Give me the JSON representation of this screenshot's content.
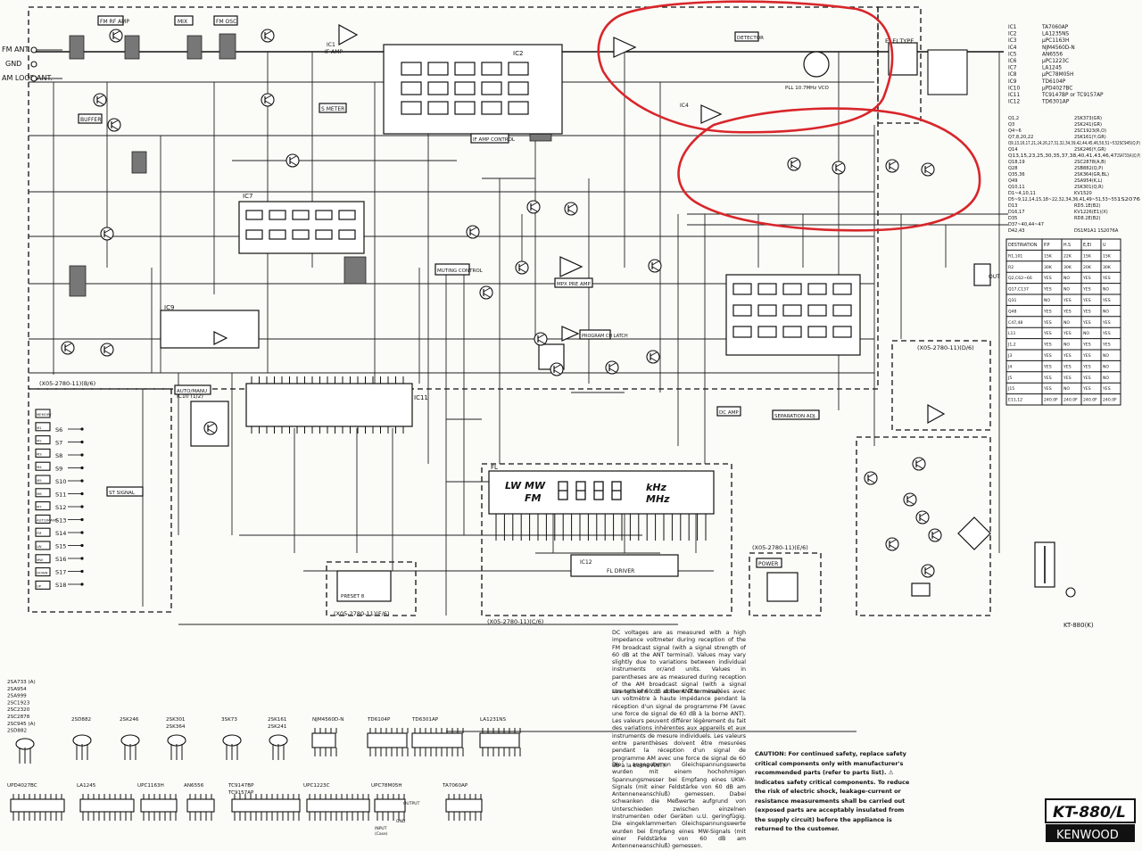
{
  "sheet": {
    "model_badge": "KT-880/L",
    "brand_badge": "KENWOOD",
    "model_small": "KT-880(K)"
  },
  "antenna": {
    "fm": "FM ANT.",
    "gnd": "GND",
    "am": "AM LOOP ANT."
  },
  "blocks": [
    {
      "id": "fm-rf-amp",
      "label": "FM RF AMP"
    },
    {
      "id": "fm-osc",
      "label": "FM OSC"
    },
    {
      "id": "mix",
      "label": "MIX"
    },
    {
      "id": "if-amp",
      "label": "IF AMP"
    },
    {
      "id": "ic1",
      "label": "IC1"
    },
    {
      "id": "ic2",
      "label": "IC2"
    },
    {
      "id": "ic4",
      "label": "IC4"
    },
    {
      "id": "ic7",
      "label": "IC7"
    },
    {
      "id": "ic9",
      "label": "IC9"
    },
    {
      "id": "ic10",
      "label": "IC10 (1/2)"
    },
    {
      "id": "ic11",
      "label": "IC11"
    },
    {
      "id": "ic12",
      "label": "IC12"
    },
    {
      "id": "detector",
      "label": "DETECTOR"
    },
    {
      "id": "pll",
      "label": "PLL 10.7MHz VCO"
    },
    {
      "id": "buffer",
      "label": "BUFFER"
    },
    {
      "id": "s-meter",
      "label": "S METER"
    },
    {
      "id": "muting-control",
      "label": "MUTING CONTROL"
    },
    {
      "id": "mpx-pre-amp",
      "label": "MPX PRE AMP"
    },
    {
      "id": "if-amp-control",
      "label": "IF AMP CONTROL"
    },
    {
      "id": "dc-amp",
      "label": "DC AMP"
    },
    {
      "id": "separation-adj",
      "label": "SEPARATION ADJ."
    },
    {
      "id": "auto-manu",
      "label": "AUTO/MANU"
    },
    {
      "id": "program-ch-latch",
      "label": "PROGRAM CH LATCH"
    },
    {
      "id": "fl-driver",
      "label": "FL DRIVER"
    },
    {
      "id": "power",
      "label": "POWER"
    },
    {
      "id": "st-signal",
      "label": "ST SIGNAL"
    },
    {
      "id": "out",
      "label": "OUT"
    }
  ],
  "unit_labels": [
    "(X05-2780-11)(B/6)",
    "(X05-2780-11)(C/6)",
    "(X05-2780-11)(D/6)",
    "(X05-2780-11)(E/6)",
    "(X05-2780-11)(F/6)"
  ],
  "type_label": "E, EI TYPE",
  "switches": [
    "S6",
    "S7",
    "S8",
    "S9",
    "S10",
    "S11",
    "S12",
    "S13",
    "S14",
    "S15",
    "S16",
    "S17",
    "S18"
  ],
  "left_keys": [
    "MEMORY",
    "M1",
    "M2",
    "M3",
    "M4",
    "M5",
    "M6",
    "M7",
    "AUTO/MANU",
    "FM",
    "LW",
    "MW",
    "DOWN",
    "UP"
  ],
  "display": {
    "row1": "LW   MW",
    "row2": "FM",
    "khz": "kHz",
    "mhz": "MHz",
    "name": "FL"
  },
  "ic_list": [
    [
      "IC1",
      "TA7060AP"
    ],
    [
      "IC2",
      "LA1235NS"
    ],
    [
      "IC3",
      "μPC1163H"
    ],
    [
      "IC4",
      "NJM4560D-N"
    ],
    [
      "IC5",
      "AN6556"
    ],
    [
      "IC6",
      "μPC1223C"
    ],
    [
      "IC7",
      "LA1245"
    ],
    [
      "IC8",
      "μPC78M05H"
    ],
    [
      "IC9",
      "TD6104P"
    ],
    [
      "IC10",
      "μPD4027BC"
    ],
    [
      "IC11",
      "TC9147BP or TC9157AP"
    ],
    [
      "IC12",
      "TD6301AP"
    ]
  ],
  "transistor_list": [
    [
      "Q1,2",
      "2SK373(GR)"
    ],
    [
      "Q3",
      "2SK241(GR)"
    ],
    [
      "Q4~6",
      "2SC1923(R,O)"
    ],
    [
      "Q7,8,20,22",
      "2SK161(Y,GR)"
    ],
    [
      "Q9,13,16,17,21,24,26,27,31,32,34,39,42,44,45,46,50,51~53",
      "2SC945(Q,P)"
    ],
    [
      "Q14",
      "2SK246(Y,GR)"
    ],
    [
      "Q13,15,23,25,30,35,37,38,40,41,43,46,47",
      "2SA733(A)(Q,P)"
    ],
    [
      "Q18,19",
      "2SC2878(A,B)"
    ],
    [
      "Q28",
      "2SB882(Q,P)"
    ],
    [
      "Q35,36",
      "2SK364(GR,BL)"
    ],
    [
      "Q49",
      "2SA954(K,L)"
    ],
    [
      "Q10,11",
      "2SK301(Q,R)"
    ],
    [
      "D1~4,10,11",
      "KV1520"
    ],
    [
      "D5~9,12,14,15,18~22,32,34,36,41,49~51,53~55",
      "1S2076"
    ],
    [
      "D13",
      "RD5.1E(B2)"
    ],
    [
      "D16,17",
      "KV1226(E1)(X)"
    ],
    [
      "D35",
      "RD8.2E(B2)"
    ],
    [
      "D37~40,44~47",
      ""
    ],
    [
      "D42,43",
      "DS1M1A1 1S2076A"
    ]
  ],
  "destination_table": {
    "headers": [
      "DESTINATION",
      "P.P",
      "H.S",
      "E,EI",
      "U"
    ],
    "rows": [
      [
        "R1,101",
        "15K",
        "22K",
        "15K",
        "15K"
      ],
      [
        "R2",
        "30K",
        "30K",
        "20K",
        "30K"
      ],
      [
        "Q2,C62~66",
        "YES",
        "NO",
        "YES",
        "YES"
      ],
      [
        "Q17,C137",
        "YES",
        "NO",
        "YES",
        "NO"
      ],
      [
        "Q31",
        "NO",
        "YES",
        "YES",
        "YES"
      ],
      [
        "Q48",
        "YES",
        "YES",
        "YES",
        "NO"
      ],
      [
        "C47,48",
        "YES",
        "NO",
        "YES",
        "YES"
      ],
      [
        "L11",
        "YES",
        "YES",
        "NO",
        "YES"
      ],
      [
        "J1,2",
        "YES",
        "NO",
        "YES",
        "YES"
      ],
      [
        "J3",
        "YES",
        "YES",
        "YES",
        "NO"
      ],
      [
        "J4",
        "YES",
        "YES",
        "YES",
        "NO"
      ],
      [
        "J5",
        "YES",
        "YES",
        "YES",
        "NO"
      ],
      [
        "J15",
        "YES",
        "NO",
        "YES",
        "YES"
      ],
      [
        "E11,12",
        "240.0F",
        "240.0F",
        "240.0F",
        "240.0F"
      ]
    ]
  },
  "notes": {
    "en": "DC voltages are as measured with a high impedance voltmeter during reception of the FM broadcast signal (with a signal strength of 60 dB at the ANT terminal). Values may vary slightly due to variations between individual instruments or/and units. Values in parentheses are as measured during reception of the AM broadcast signal (with a signal strength of 60 dB at the ANT terminal).",
    "fr": "Les tensions c.c. doivent être mesurées avec un voltmètre à haute impédance pendant la réception d'un signal de programme FM (avec une force de signal de 60 dB à la borne ANT). Les valeurs peuvent différer légèrement du fait des variations inhérentes aux appareils et aux instruments de mesure individuels. Les valeurs entre parenthèses doivent être mesurées pendant la réception d'un signal de programme AM avec une force de signal de 60 dB à la borne ANT).",
    "de": "Die angegebenen Gleichspannungswerte wurden mit einem hochohmigen Spannungsmesser bei Empfang eines UKW-Signals (mit einer Feldstärke von 60 dB am Antenneneanschluß) gemessen. Dabei schwanken die Meßwerte aufgrund von Unterschieden zwischen einzelnen Instrumenten oder Geräten u.U. geringfügig. Die eingeklammerten Gleichspannungswerte wurden bei Empfang eines MW-Signals (mit einer Feldstärke von 60 dB am Antenneneanschluß) gemessen."
  },
  "caution": "CAUTION: For continued safety, replace safety critical components only with manufacturer's recommended parts (refer to parts list). ⚠ Indicates safety critical components. To reduce the risk of electric shock, leakage-current or resistance measurements shall be carried out (exposed parts are acceptably insulated from the supply circuit) before the appliance is returned to the customer.",
  "transistor_codes": [
    "2SA733 (A)",
    "2SA954",
    "2SA999",
    "2SC1923",
    "2SC2320",
    "2SC2878",
    "2SC945 (A)",
    "2SD882"
  ],
  "packages_row1": [
    {
      "name": "2SD882",
      "alt": ""
    },
    {
      "name": "2SK246",
      "alt": ""
    },
    {
      "name": "2SK301",
      "alt": "2SK364"
    },
    {
      "name": "3SK73",
      "alt": ""
    },
    {
      "name": "2SK161",
      "alt": "2SK241"
    },
    {
      "name": "NJM4560D-N",
      "alt": ""
    },
    {
      "name": "TD6104P",
      "alt": ""
    },
    {
      "name": "TD6301AP",
      "alt": ""
    },
    {
      "name": "LA1231NS",
      "alt": ""
    }
  ],
  "packages_row2": [
    {
      "name": "UPD4027BC",
      "alt": ""
    },
    {
      "name": "LA1245",
      "alt": ""
    },
    {
      "name": "UPC1163H",
      "alt": ""
    },
    {
      "name": "AN6556",
      "alt": ""
    },
    {
      "name": "TC9147BP",
      "alt": "TC9157AP"
    },
    {
      "name": "UPC1223C",
      "alt": ""
    },
    {
      "name": "UPC78M05H",
      "alt": ""
    },
    {
      "name": "TA7060AP",
      "alt": ""
    }
  ],
  "regulator_pins": [
    "INPUT",
    "(Case)",
    "OUTPUT",
    "GND"
  ],
  "preset_label": "PRESET 8"
}
